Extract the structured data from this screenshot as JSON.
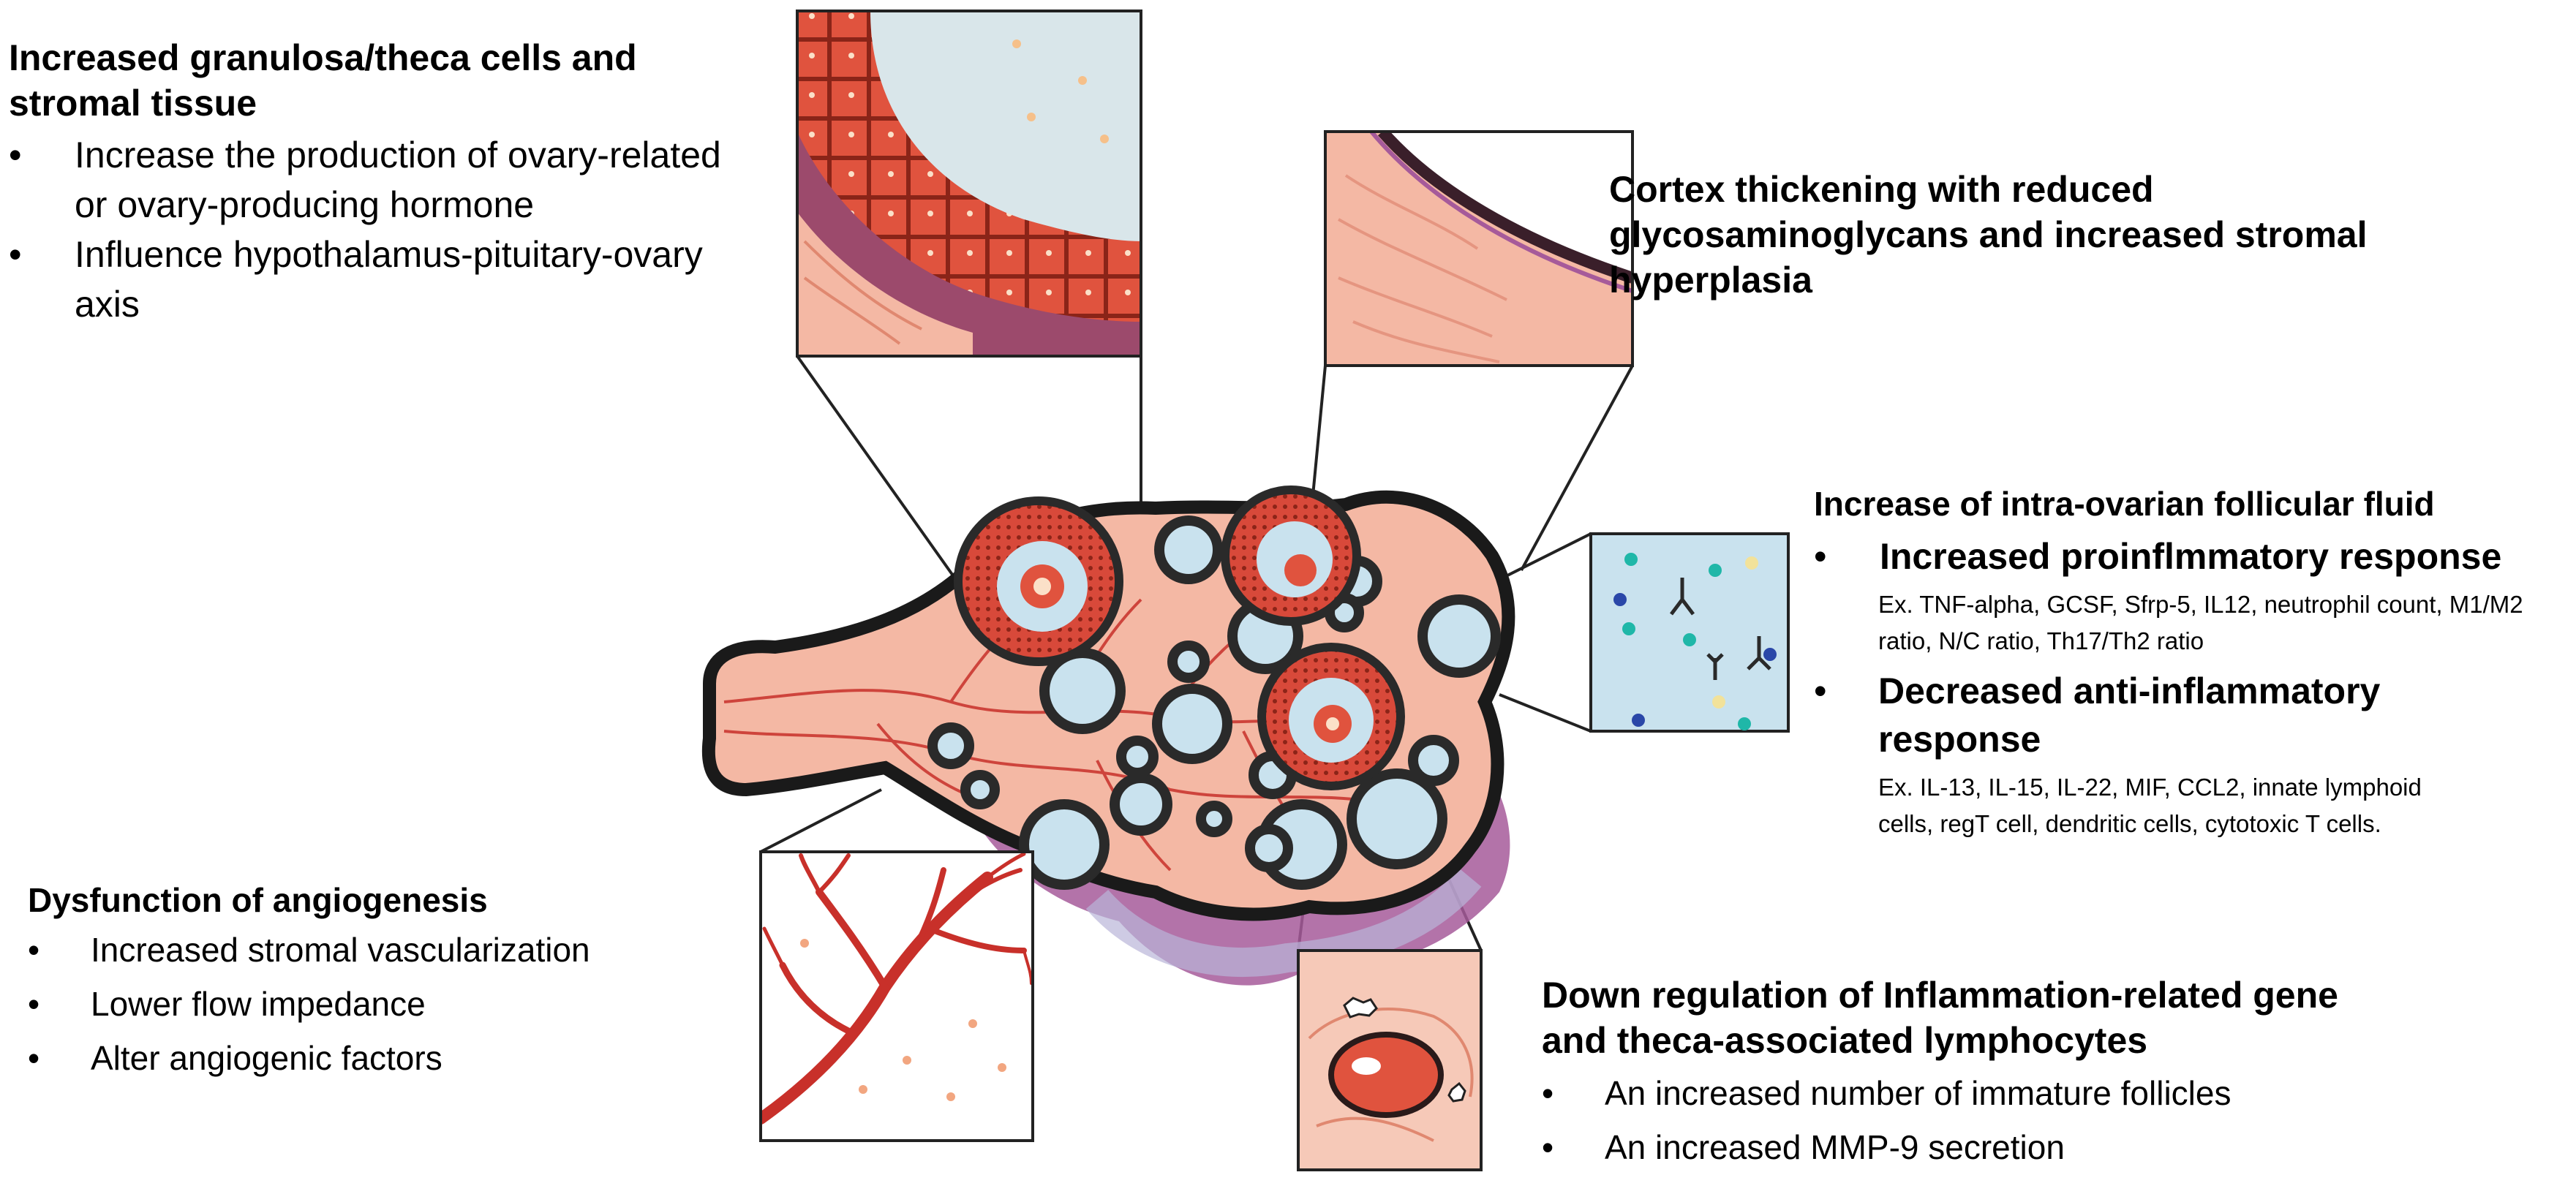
{
  "granulosa": {
    "title": "Increased granulosa/theca cells and stromal tissue",
    "items": [
      "Increase the production of ovary-related or ovary-producing hormone",
      "Influence hypothalamus-pituitary-ovary axis"
    ]
  },
  "cortex": {
    "title": "Cortex thickening with reduced glycosaminoglycans and increased stromal hyperplasia"
  },
  "fluid": {
    "title": "Increase of intra-ovarian follicular fluid",
    "pro": {
      "label": "Increased proinflmmatory response",
      "examples": "Ex. TNF-alpha, GCSF, Sfrp-5, IL12, neutrophil count, M1/M2 ratio, N/C ratio, Th17/Th2 ratio"
    },
    "anti": {
      "label": "Decreased anti-inflammatory response",
      "examples": "Ex. IL-13, IL-15, IL-22, MIF, CCL2, innate lymphoid cells, regT cell, dendritic cells, cytotoxic T cells."
    }
  },
  "angio": {
    "title": "Dysfunction of angiogenesis",
    "items": [
      "Increased stromal vascularization",
      "Lower flow impedance",
      "Alter angiogenic factors"
    ]
  },
  "downreg": {
    "title": "Down regulation of Inflammation-related gene and theca-associated lymphocytes",
    "items": [
      "An increased number of immature follicles",
      "An increased MMP-9 secretion"
    ]
  },
  "colors": {
    "ovary_fill": "#f4b8a4",
    "ovary_outline": "#1a1a1a",
    "follicle_red": "#e0533e",
    "vessel_red": "#c8302a",
    "fluid_blue": "#c9e2ee",
    "purple_shadow": "#a65a9a"
  }
}
